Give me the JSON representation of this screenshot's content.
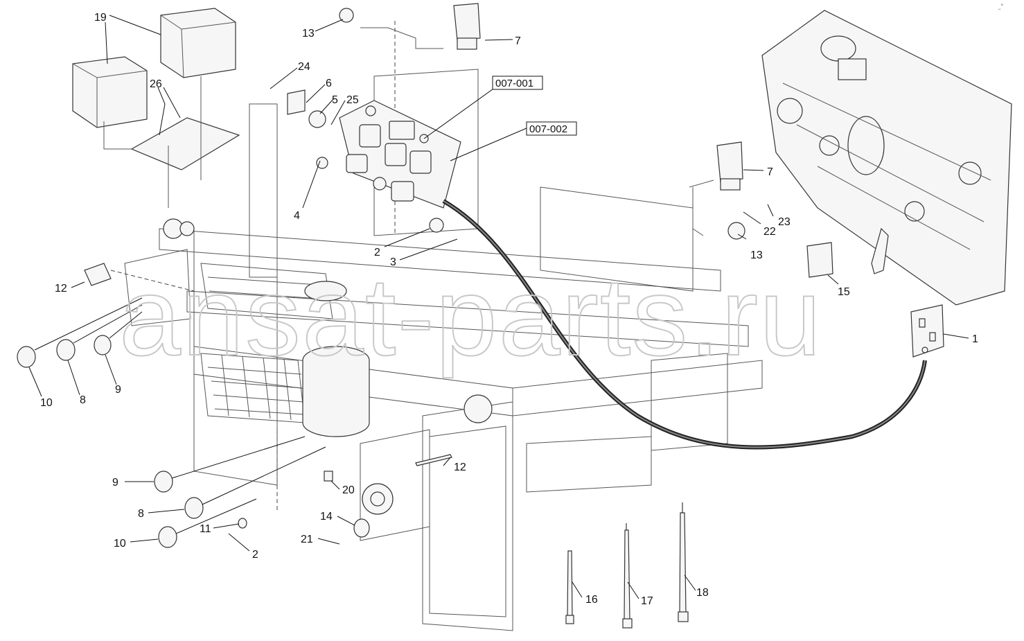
{
  "watermark": "ansat-parts.ru",
  "corner_mark": "᳘°",
  "callouts": {
    "c1": "1",
    "c2a": "2",
    "c2b": "2",
    "c3": "3",
    "c4": "4",
    "c5": "5",
    "c6": "6",
    "c7a": "7",
    "c7b": "7",
    "c8a": "8",
    "c8b": "8",
    "c9a": "9",
    "c9b": "9",
    "c10a": "10",
    "c10b": "10",
    "c11": "11",
    "c12a": "12",
    "c12b": "12",
    "c13a": "13",
    "c13b": "13",
    "c14": "14",
    "c15": "15",
    "c16": "16",
    "c17": "17",
    "c18": "18",
    "c19": "19",
    "c20": "20",
    "c21": "21",
    "c22": "22",
    "c23": "23",
    "c24": "24",
    "c25": "25",
    "c26": "26"
  },
  "boxed_refs": {
    "ref1": "007-001",
    "ref2": "007-002"
  }
}
